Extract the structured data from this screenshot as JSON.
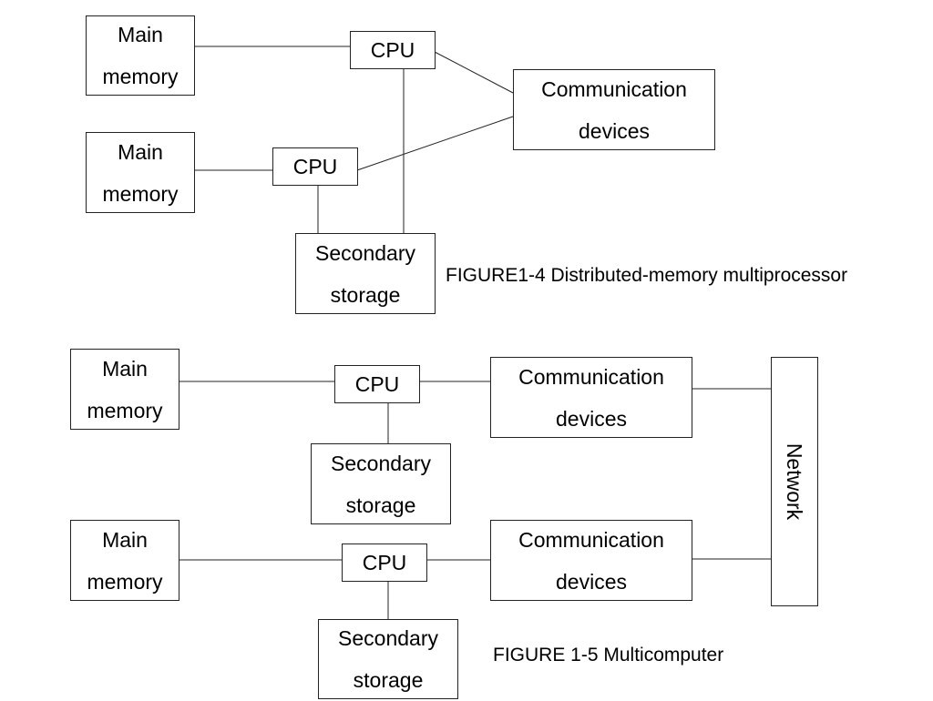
{
  "fig4": {
    "mm1": "Main\nmemory",
    "mm2": "Main\nmemory",
    "cpu1": "CPU",
    "cpu2": "CPU",
    "comm": "Communication\ndevices",
    "storage": "Secondary\nstorage",
    "caption": "FIGURE1-4 Distributed-memory multiprocessor"
  },
  "fig5": {
    "mm1": "Main\nmemory",
    "mm2": "Main\nmemory",
    "cpu1": "CPU",
    "cpu2": "CPU",
    "comm1": "Communication\ndevices",
    "comm2": "Communication\ndevices",
    "storage1": "Secondary\nstorage",
    "storage2": "Secondary\nstorage",
    "network": "Network",
    "caption": "FIGURE 1-5 Multicomputer"
  }
}
